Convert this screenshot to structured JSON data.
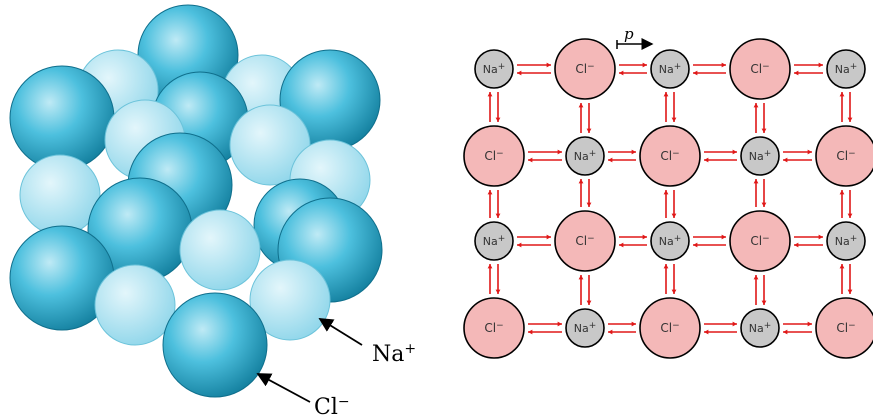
{
  "crystal": {
    "na_label": "Na",
    "na_charge": "+",
    "cl_label": "Cl",
    "cl_charge": "−"
  },
  "lattice": {
    "na_label": "Na",
    "na_charge": "+",
    "cl_label": "Cl",
    "cl_charge": "−",
    "spacing_label": "p",
    "rows": [
      [
        "Na",
        "Cl",
        "Na",
        "Cl",
        "Na"
      ],
      [
        "Cl",
        "Na",
        "Cl",
        "Na",
        "Cl"
      ],
      [
        "Na",
        "Cl",
        "Na",
        "Cl",
        "Na"
      ],
      [
        "Cl",
        "Na",
        "Cl",
        "Na",
        "Cl"
      ]
    ]
  },
  "colors": {
    "sphere_light": "#bfeaf5",
    "sphere_mid": "#4dc0de",
    "sphere_dark": "#137f9e",
    "small_sphere_light": "#e3f6fb",
    "small_sphere_mid": "#8fd6ea",
    "cl_fill": "#f4b8b8",
    "na_fill": "#c8c8c8",
    "arrow": "#e01818"
  }
}
